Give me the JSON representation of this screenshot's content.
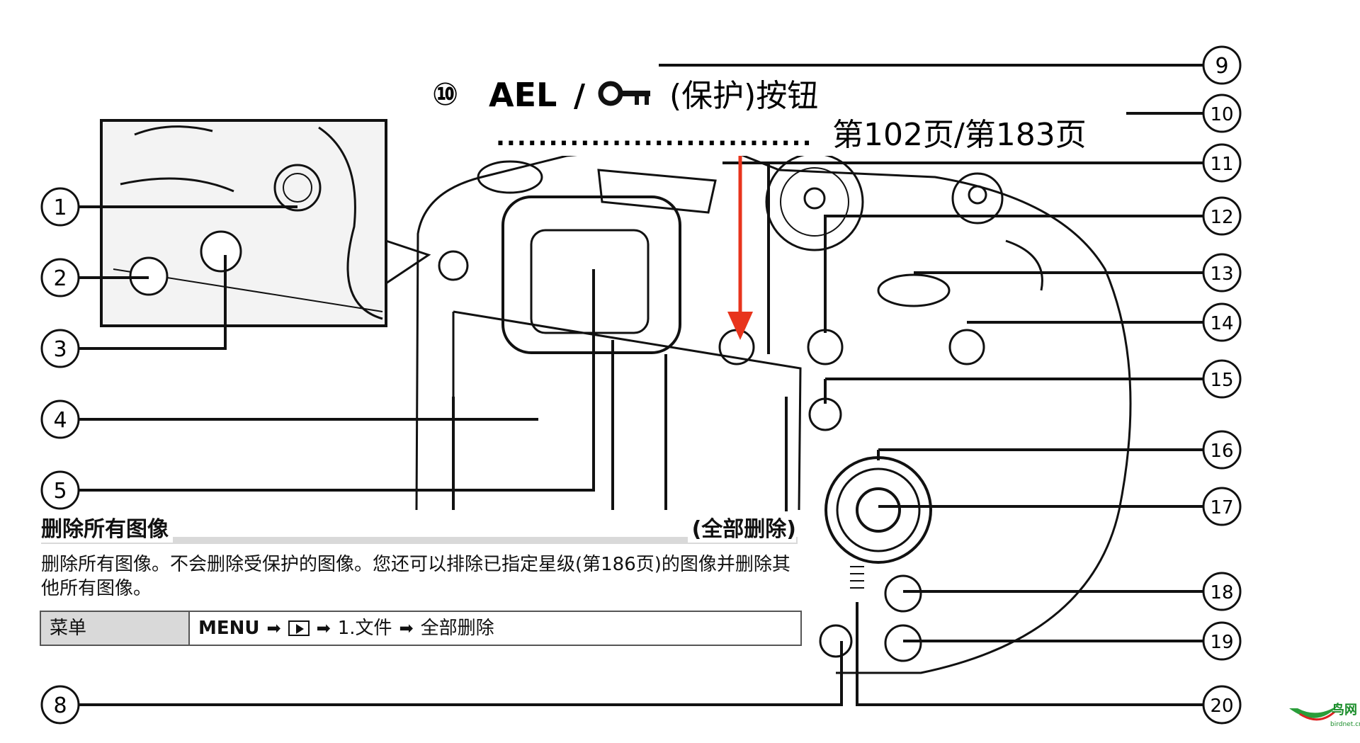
{
  "callout": {
    "number": "⑩",
    "button_name": "AEL",
    "separator": "/",
    "button_desc": "(保护)按钮",
    "dots": "..............................",
    "pages": "第102页/第183页"
  },
  "labels": [
    "①",
    "②",
    "③",
    "④",
    "⑤",
    "⑧",
    "⑨",
    "⑩",
    "⑪",
    "⑫",
    "⑬",
    "⑭",
    "⑮",
    "⑯",
    "⑰",
    "⑱",
    "⑲",
    "⑳"
  ],
  "section": {
    "title": "删除所有图像",
    "tag": "(全部删除)",
    "description": "删除所有图像。不会删除受保护的图像。您还可以排除已指定星级(第186页)的图像并删除其他所有图像。"
  },
  "menu_table": {
    "label": "菜单",
    "path_menu": "MENU",
    "arrow": "➡",
    "path_folder": "1.文件",
    "path_item": "全部删除"
  },
  "watermark": {
    "name": "鸟网",
    "url": "birdnet.cn"
  },
  "colors": {
    "accent_arrow": "#e8341c",
    "line": "#111111"
  }
}
